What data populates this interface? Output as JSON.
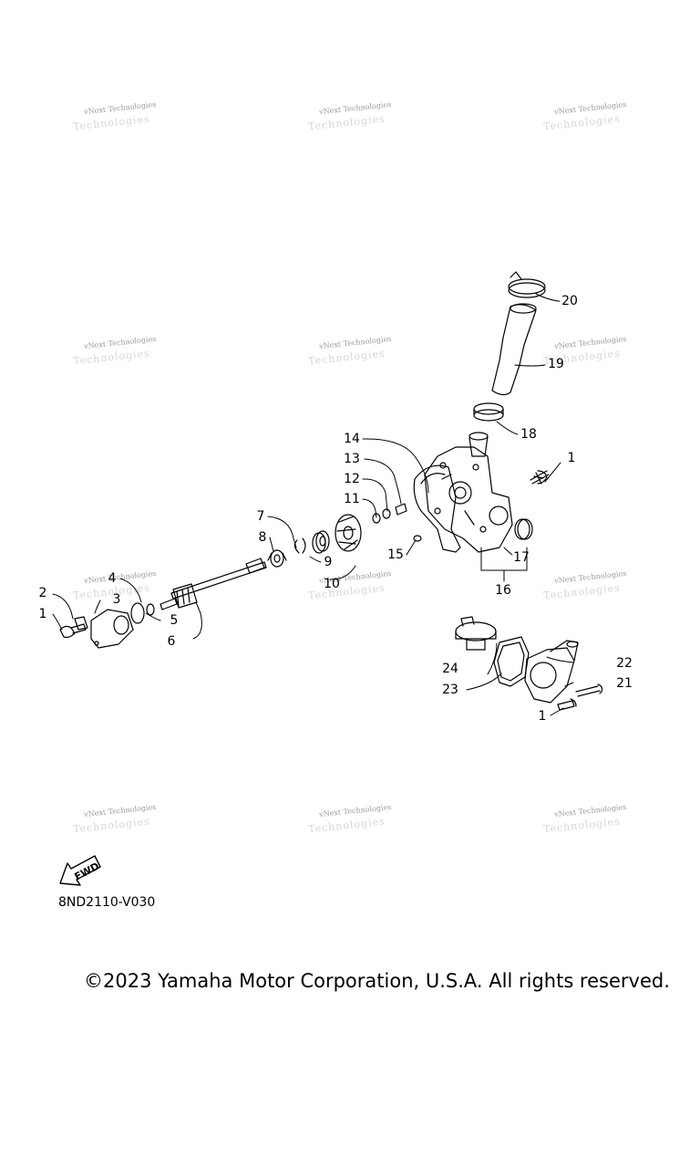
{
  "watermark": {
    "line1": "vNext Technologies",
    "line2": "Technologies"
  },
  "callouts": [
    "1",
    "2",
    "3",
    "4",
    "5",
    "6",
    "7",
    "8",
    "9",
    "10",
    "11",
    "12",
    "13",
    "14",
    "15",
    "16",
    "17",
    "18",
    "19",
    "20",
    "21",
    "22",
    "23",
    "24"
  ],
  "fwd_label": "FWD",
  "drawing_code": "8ND2110-V030",
  "copyright": "©2023 Yamaha Motor Corporation, U.S.A. All rights reserved."
}
